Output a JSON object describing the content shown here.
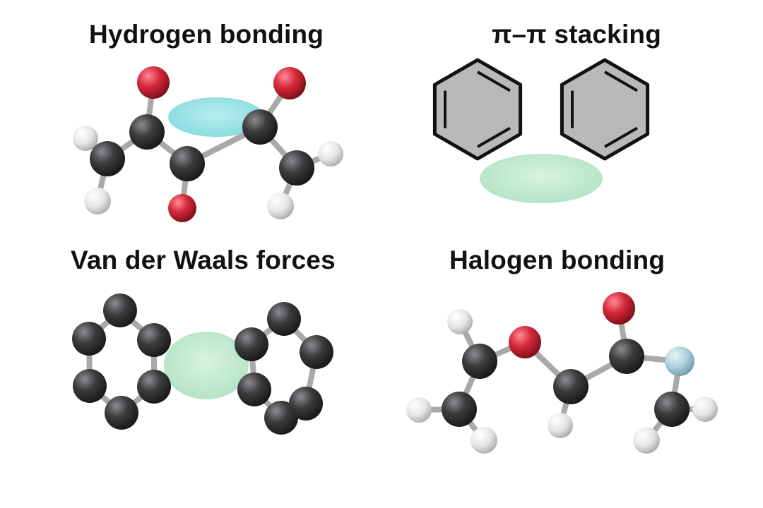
{
  "panels": {
    "hydrogen_bonding": {
      "title": "Hydrogen bonding"
    },
    "pi_pi_stacking": {
      "title": "π–π stacking"
    },
    "van_der_waals": {
      "title": "Van der Waals forces"
    },
    "halogen_bonding": {
      "title": "Halogen bonding"
    }
  },
  "colors": {
    "carbon": "#3a3a3c",
    "oxygen": "#d12a3c",
    "hydrogen": "#eeeeee",
    "halogen": "#a9cfdc",
    "bond": "#a8a8a8",
    "interaction_cyan": "#8fdee2",
    "interaction_green": "#bfe8cf",
    "ring_fill": "#b9b9b9",
    "ring_stroke": "#111111"
  }
}
